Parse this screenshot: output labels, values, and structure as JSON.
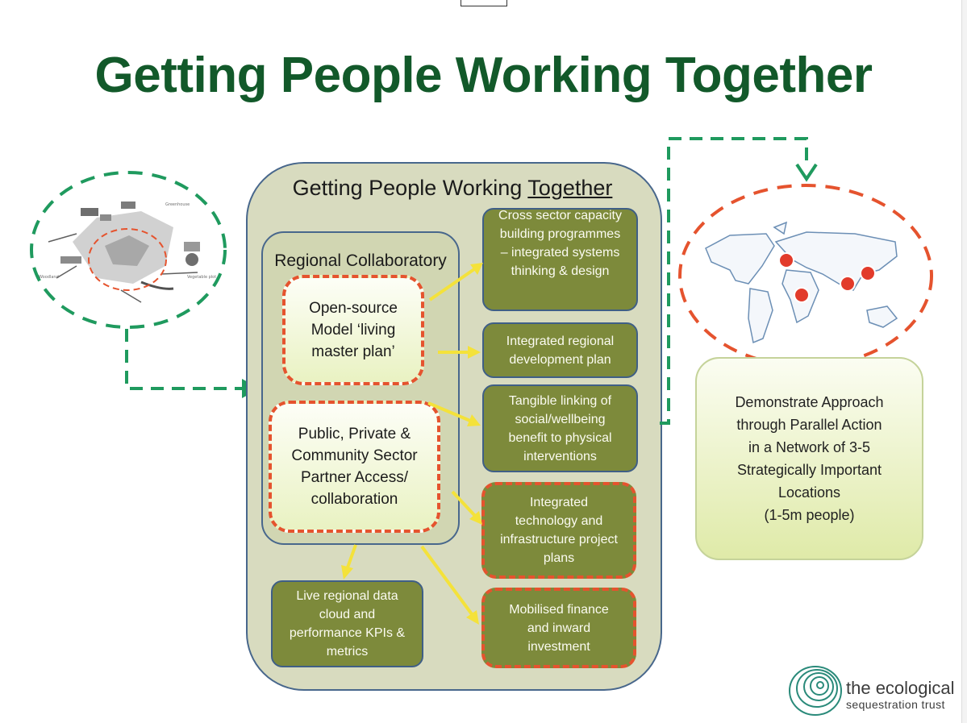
{
  "title": "Getting People Working Together",
  "panel": {
    "title_prefix": "Getting People Working ",
    "title_emphasis": "Together",
    "region_label": "Regional Collaboratory",
    "inputs": [
      "Open-source Model ‘living master plan’",
      "Public, Private & Community Sector Partner Access/ collaboration"
    ],
    "outputs": [
      "Cross sector capacity building programmes – integrated systems thinking & design",
      "Integrated regional development plan",
      "Tangible linking of social/wellbeing benefit to physical interventions",
      "Integrated technology and infrastructure project plans",
      "Mobilised finance and inward investment"
    ],
    "data_cloud": "Live regional data cloud and performance KPIs & metrics"
  },
  "network": {
    "description_lines": [
      "Demonstrate Approach",
      "through Parallel Action",
      "in a Network of 3-5",
      "Strategically Important",
      "Locations",
      "(1-5m people)"
    ]
  },
  "logo": {
    "line1": "the ecological",
    "line2": "sequestration trust"
  },
  "colors": {
    "title_green": "#12592a",
    "dash_green": "#1f9a5e",
    "dash_red": "#e5532e",
    "arrow_yellow": "#f4e23a",
    "olive": "#7d8a3b",
    "panel_border": "#48678c"
  }
}
